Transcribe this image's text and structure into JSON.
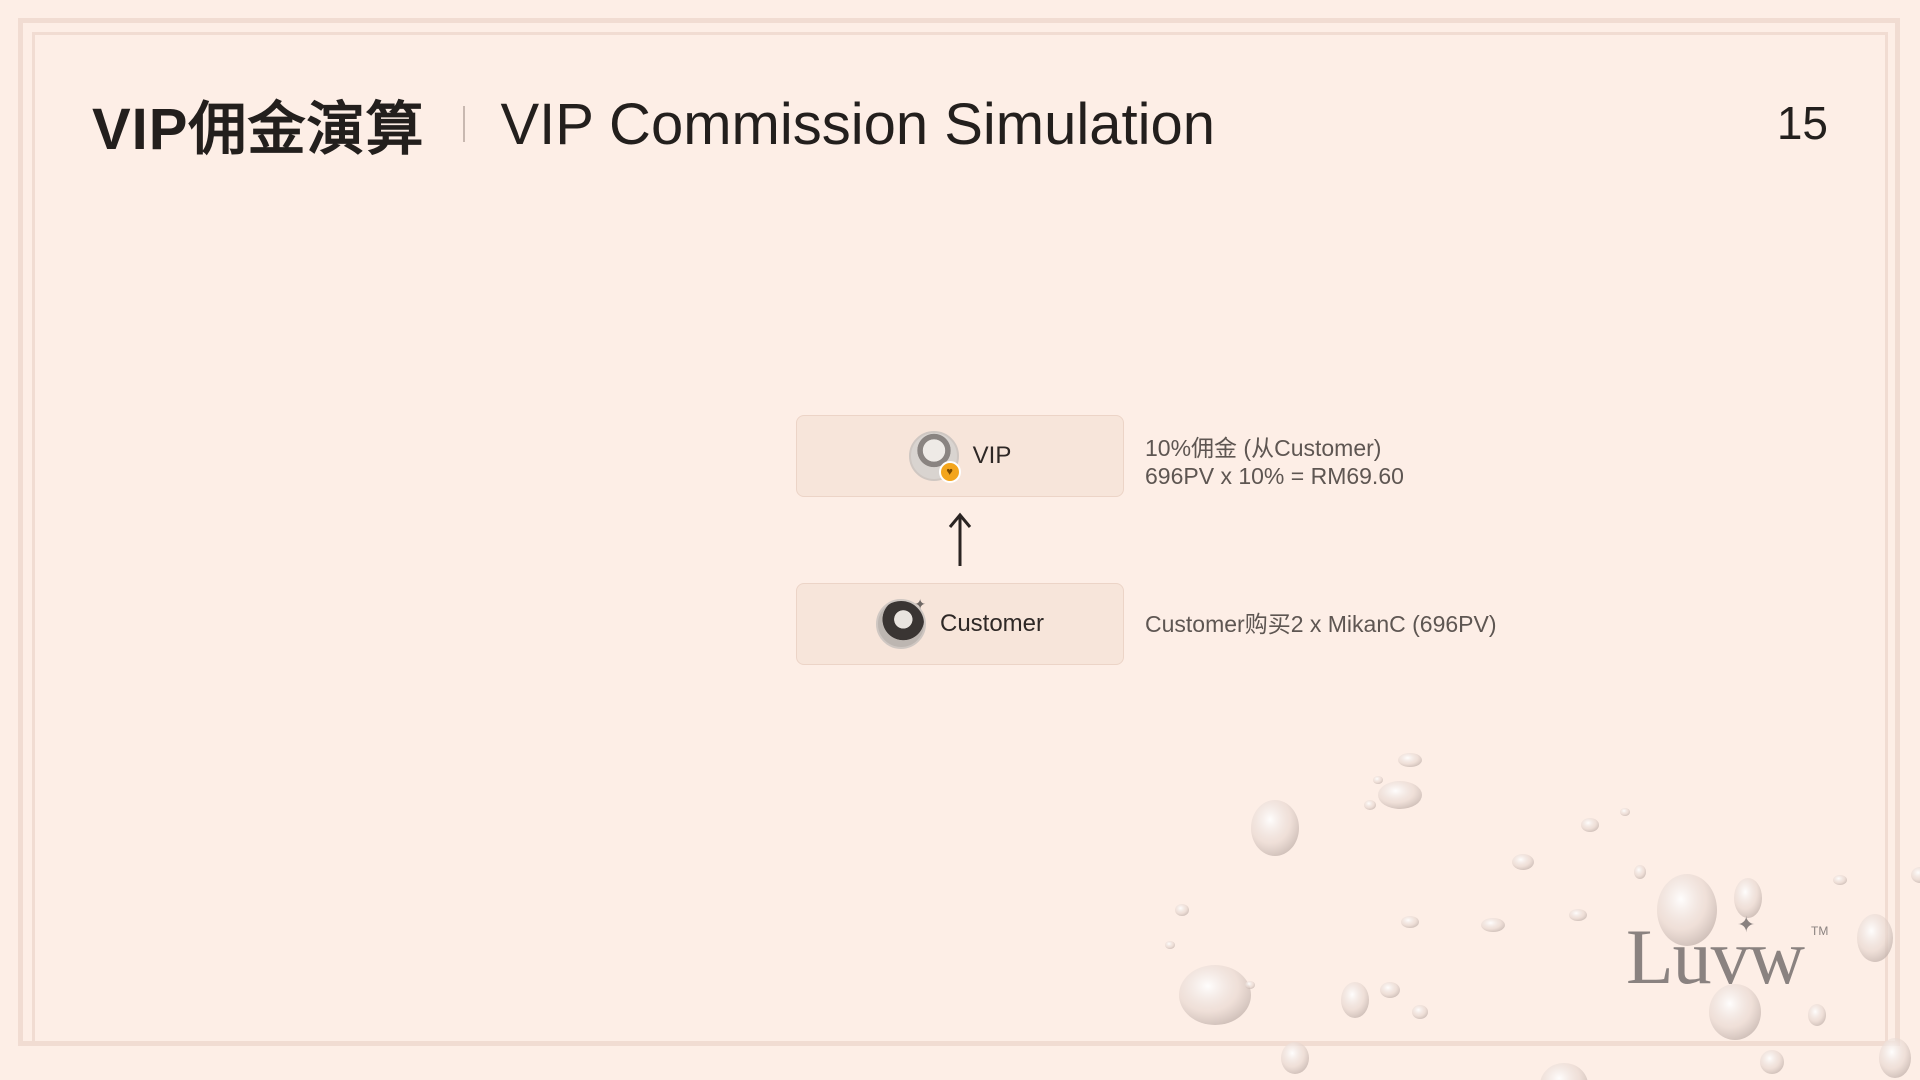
{
  "header": {
    "title_cn": "VIP佣金演算",
    "title_en": "VIP Commission Simulation",
    "page_number": "15"
  },
  "diagram": {
    "vip": {
      "label": "VIP",
      "note_line1": "10%佣金 (从Customer)",
      "note_line2": "696PV x 10% = RM69.60"
    },
    "customer": {
      "label": "Customer",
      "note": "Customer购买2 x MikanC (696PV)"
    }
  },
  "logo": {
    "text": "Luvw",
    "tm": "TM"
  },
  "colors": {
    "background": "#fdeee6",
    "node_fill": "#f7e5da",
    "badge": "#f3a51d"
  },
  "icons": {
    "vip_avatar": "vip-avatar-icon",
    "vip_badge": "heart-badge-icon",
    "customer_avatar": "customer-avatar-icon",
    "arrow": "arrow-up-icon"
  }
}
